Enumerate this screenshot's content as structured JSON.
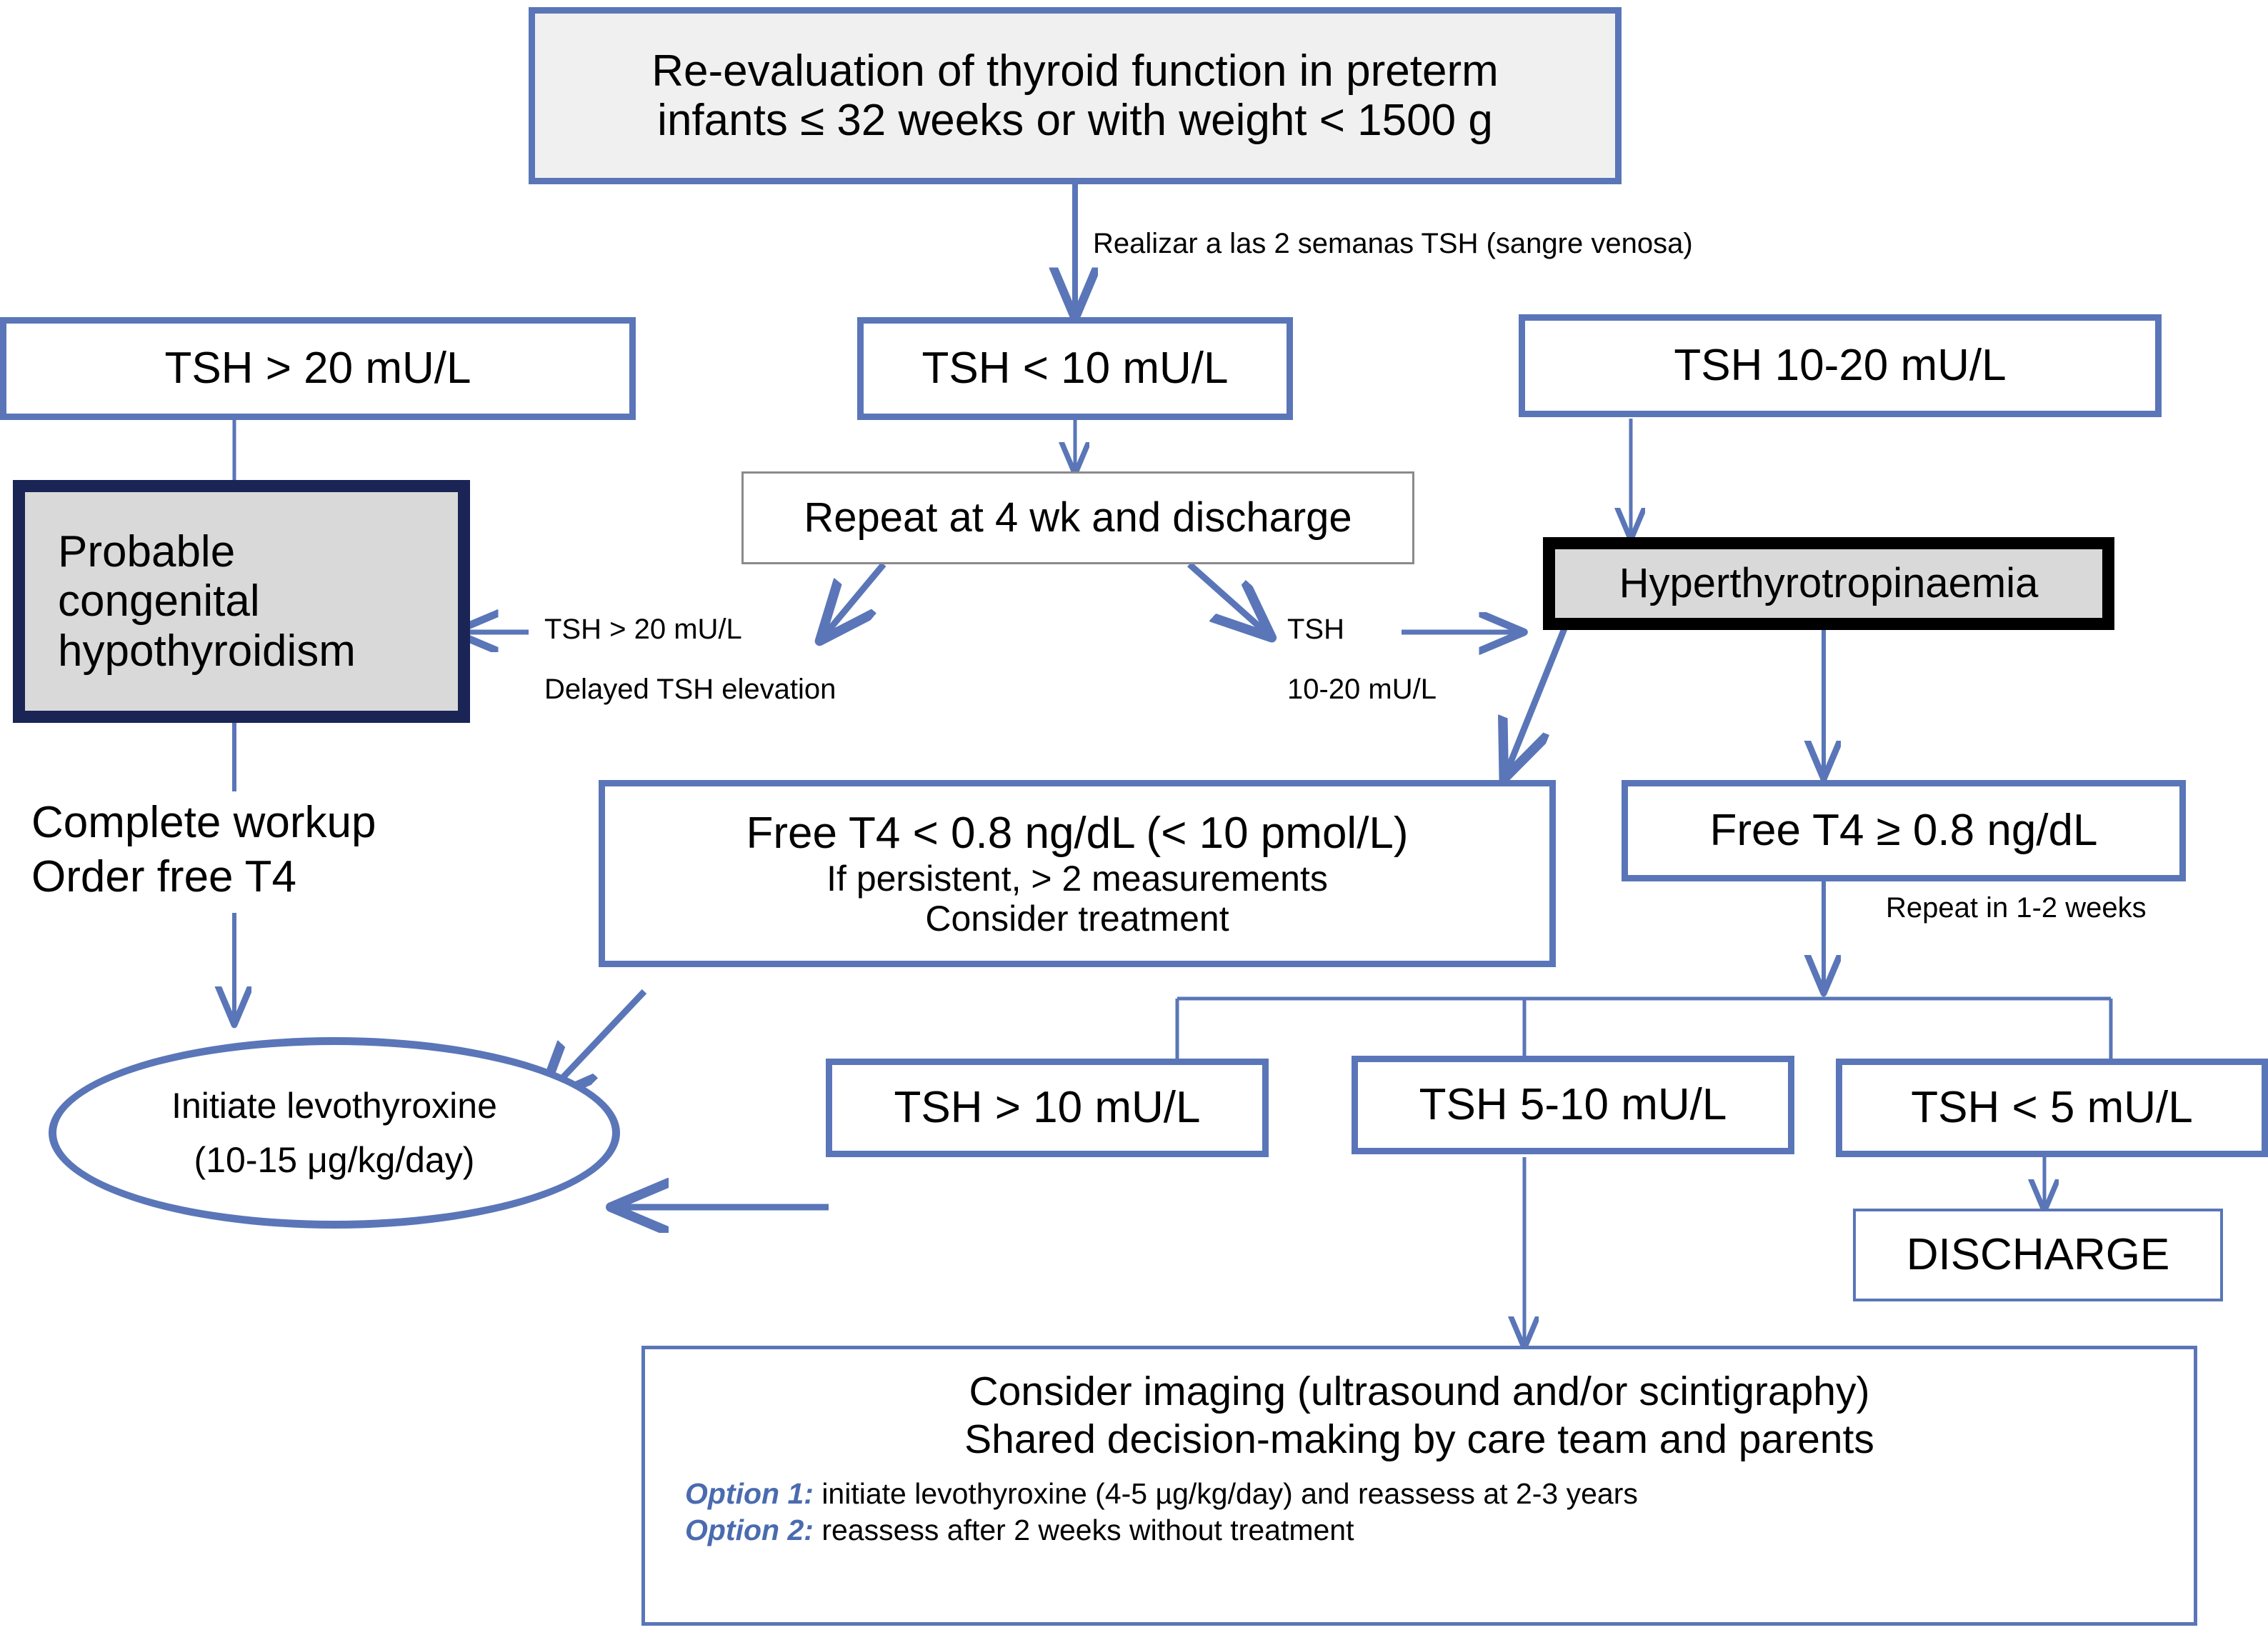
{
  "diagram": {
    "title": "Re-evaluation of thyroid function in preterm infants flowchart",
    "accent_border_color": "#5a76b8",
    "highlight_border_navy": "#1a2455",
    "highlight_border_black": "#000000",
    "highlight_fill_gray": "#d9d9d9",
    "top_fill_gray": "#f0f0f0",
    "option_tag_color": "#4a6bb0"
  },
  "nodes": {
    "root": {
      "line1": "Re-evaluation of thyroid function in preterm",
      "line2": "infants ≤ 32 weeks or with weight < 1500 g"
    },
    "tsh_gt20": {
      "label": "TSH > 20 mU/L"
    },
    "tsh_lt10": {
      "label": "TSH < 10 mU/L"
    },
    "tsh_10_20": {
      "label": "TSH 10-20 mU/L"
    },
    "probable_ch": {
      "line1": "Probable",
      "line2": "congenital",
      "line3": "hypothyroidism"
    },
    "repeat_4wk": {
      "label": "Repeat at 4 wk and discharge"
    },
    "hyperthyrotropinaemia": {
      "label": "Hyperthyrotropinaemia"
    },
    "free_t4_low": {
      "line1": "Free T4 < 0.8 ng/dL (< 10 pmol/L)",
      "line2": "If persistent, > 2 measurements",
      "line3": "Consider treatment"
    },
    "free_t4_ok": {
      "label": "Free T4 ≥ 0.8 ng/dL"
    },
    "levothyroxine": {
      "line1": "Initiate levothyroxine",
      "line2": "(10-15 μg/kg/day)"
    },
    "tsh_gt10": {
      "label": "TSH > 10 mU/L"
    },
    "tsh_5_10": {
      "label": "TSH  5-10 mU/L"
    },
    "tsh_lt5": {
      "label": "TSH < 5 mU/L"
    },
    "discharge": {
      "label": "DISCHARGE"
    },
    "bottom_panel": {
      "line1": "Consider imaging (ultrasound and/or scintigraphy)",
      "line2": "Shared decision-making by care team and parents",
      "option1_tag": "Option 1:",
      "option1_text": " initiate levothyroxine (4-5 µg/kg/day) and reassess at 2-3 years",
      "option2_tag": "Option 2:",
      "option2_text": " reassess after 2 weeks without treatment"
    }
  },
  "edge_labels": {
    "two_weeks_tsh": "Realizar  a las 2 semanas TSH  (sangre venosa)",
    "delayed_tsh_value": "TSH > 20 mU/L",
    "delayed_tsh_note": "Delayed TSH elevation",
    "mid_tsh_value": "TSH",
    "mid_tsh_range": "10-20 mU/L",
    "complete_workup_l1": "Complete workup",
    "complete_workup_l2": "Order free T4",
    "repeat_1_2_weeks": "Repeat in 1-2 weeks"
  }
}
